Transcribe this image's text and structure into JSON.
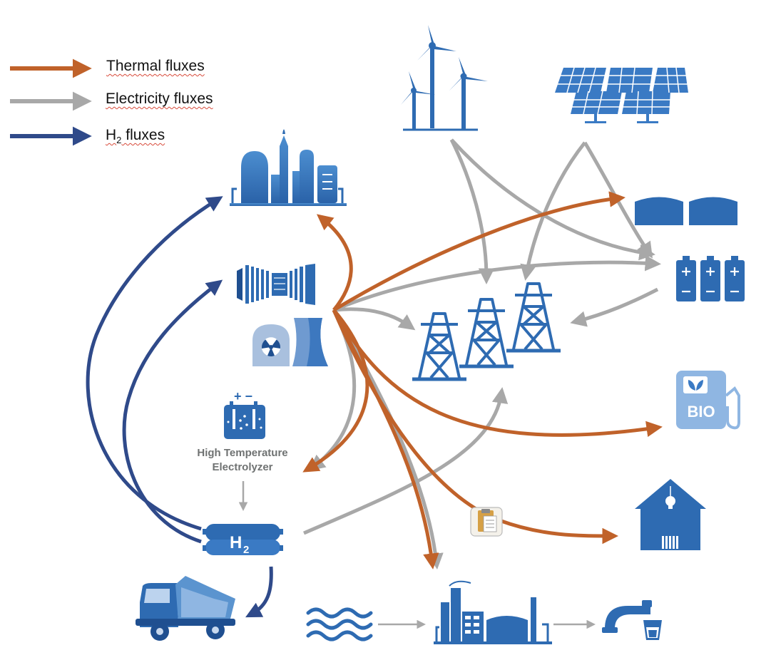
{
  "legend": {
    "thermal": {
      "label": "Thermal fluxes",
      "color": "#c0622a"
    },
    "electricity": {
      "label": "Electricity fluxes",
      "color": "#a8a8a8"
    },
    "hydrogen": {
      "label": "H",
      "subscript": "2",
      "suffix": " fluxes",
      "color": "#2f4a8a"
    }
  },
  "electrolyzer": {
    "line1": "High Temperature",
    "line2": "Electrolyzer",
    "signs": "+ −"
  },
  "h2_tank": {
    "label": "H",
    "subscript": "2"
  },
  "bio_pump": {
    "label": "BIO"
  },
  "icons": [
    "wind-turbines-icon",
    "solar-panels-icon",
    "industry-plant-icon",
    "steam-turbine-icon",
    "nuclear-plant-icon",
    "electrolyzer-icon",
    "h2-tank-icon",
    "truck-icon",
    "heat-storage-tanks-icon",
    "battery-icon",
    "power-grid-icon",
    "bio-fuel-pump-icon",
    "house-icon",
    "document-icon",
    "water-waves-icon",
    "treatment-plant-icon",
    "water-tap-icon"
  ],
  "colors": {
    "icon_blue": "#2e6bb2",
    "icon_light": "#5b94cf"
  }
}
